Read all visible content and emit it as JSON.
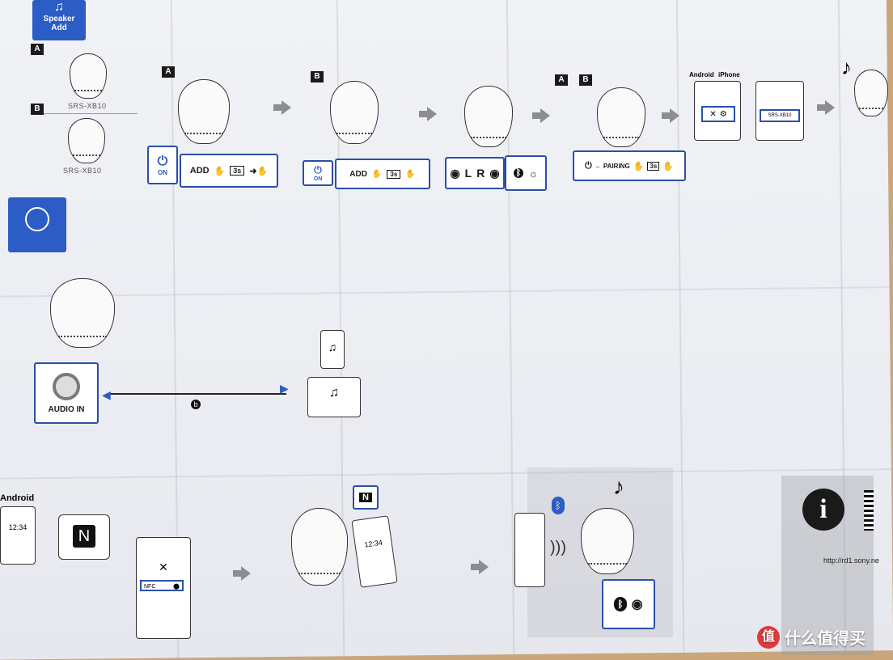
{
  "title_tile": {
    "icon": "music-note-icon",
    "line1": "Speaker",
    "line2": "Add"
  },
  "tags": {
    "a": "A",
    "b": "B"
  },
  "models": {
    "a": "SRS-XB10",
    "b": "SRS-XB10"
  },
  "steps": {
    "on_label": "ON",
    "add_label": "ADD",
    "hold_label": "3s",
    "l_label": "L",
    "r_label": "R",
    "pairing_label": "← PAIRING",
    "android_label": "Android",
    "iphone_label": "iPhone",
    "device_name": "SRS-XB10"
  },
  "audio": {
    "label": "AUDIO IN",
    "cable_mark": "b"
  },
  "nfc": {
    "android_label": "Android",
    "clock": "12:34",
    "nfc_label": "NFC",
    "n_mark": "N"
  },
  "info": {
    "url": "http://rd1.sony.ne",
    "icon": "info-icon"
  },
  "watermark": "什么值得买",
  "colors": {
    "accent": "#2c5cc5",
    "frame": "#2b4fa8"
  }
}
